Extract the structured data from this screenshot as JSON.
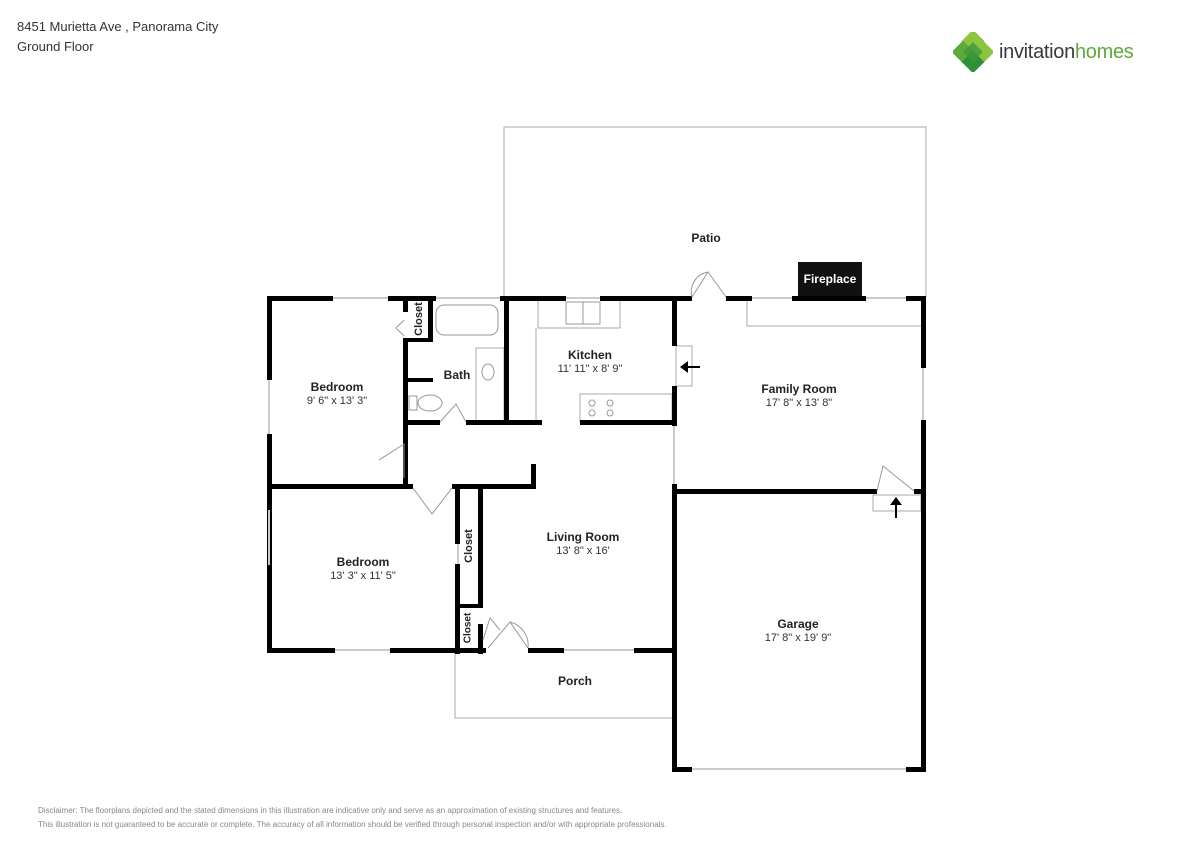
{
  "header": {
    "address": "8451 Murietta Ave , Panorama City",
    "floor": "Ground Floor"
  },
  "logo": {
    "brand_part1": "invitation",
    "brand_part2": "homes",
    "icon": "clover-diamond-logo-icon",
    "colors": {
      "dark_green": "#2f8f3a",
      "mid_green": "#5daa3a",
      "light_green": "#8cc63f",
      "text_dark": "#3a3a3a"
    }
  },
  "rooms": [
    {
      "id": "patio",
      "name": "Patio",
      "dims": ""
    },
    {
      "id": "fireplace",
      "name": "Fireplace",
      "dims": ""
    },
    {
      "id": "bedroom1",
      "name": "Bedroom",
      "dims": "9' 6\" x 13' 3\""
    },
    {
      "id": "bath",
      "name": "Bath",
      "dims": ""
    },
    {
      "id": "kitchen",
      "name": "Kitchen",
      "dims": "11' 11\" x 8' 9\""
    },
    {
      "id": "family",
      "name": "Family Room",
      "dims": "17' 8\" x 13' 8\""
    },
    {
      "id": "bedroom2",
      "name": "Bedroom",
      "dims": "13' 3\" x 11' 5\""
    },
    {
      "id": "living",
      "name": "Living Room",
      "dims": "13' 8\" x 16'"
    },
    {
      "id": "garage",
      "name": "Garage",
      "dims": "17' 8\" x 19' 9\""
    },
    {
      "id": "porch",
      "name": "Porch",
      "dims": ""
    },
    {
      "id": "closet1",
      "name": "Closet",
      "dims": ""
    },
    {
      "id": "closet2",
      "name": "Closet",
      "dims": ""
    },
    {
      "id": "closet3",
      "name": "Closet",
      "dims": ""
    }
  ],
  "disclaimer": {
    "line1": "Disclaimer: The floorplans depicted and the stated dimensions in this illustration are indicative only and serve as an approximation of existing structures and features.",
    "line2": "This illustration is not guaranteed to be accurate or complete. The accuracy of all information should be verified through personal inspection and/or with appropriate professionals."
  },
  "colors": {
    "wall": "#000000",
    "thin_line": "#aaaaaa",
    "window": "#cccccc",
    "background": "#ffffff"
  }
}
